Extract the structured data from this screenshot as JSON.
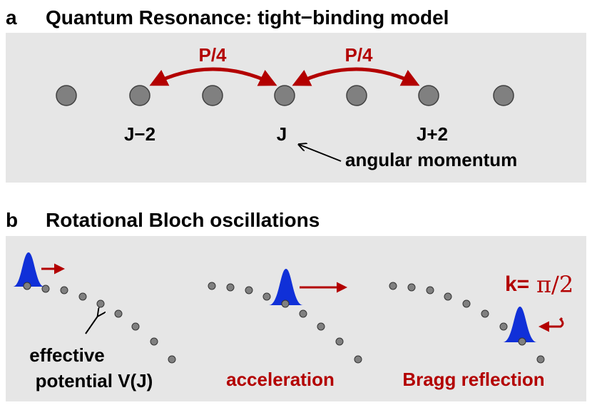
{
  "panel_a": {
    "letter": "a",
    "title": "Quantum Resonance: tight−binding model",
    "coupling_left": "P/4",
    "coupling_right": "P/4",
    "site_labels": [
      "J−2",
      "J",
      "J+2"
    ],
    "annotation": "angular momentum",
    "site_count": 7
  },
  "panel_b": {
    "letter": "b",
    "title": "Rotational Bloch oscillations",
    "potential_label_line1": "effective",
    "potential_label_line2": "potential V(J)",
    "wavevector_label": "k=",
    "wavevector_value": "π/2",
    "stage_labels": [
      "acceleration",
      "Bragg reflection"
    ]
  },
  "colors": {
    "panel_bg": "#e6e6e6",
    "site_fill": "#808080",
    "accent_red": "#b30000",
    "packet_blue": "#1030d8",
    "text": "#000000"
  }
}
